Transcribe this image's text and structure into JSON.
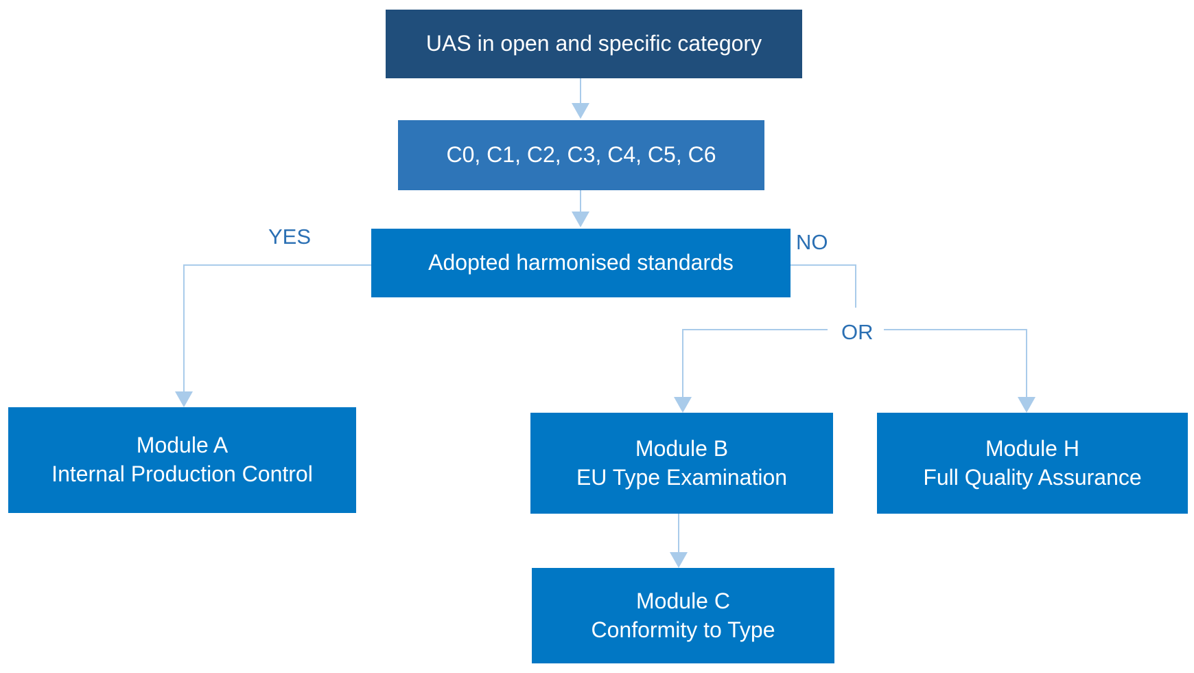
{
  "colors": {
    "dark_blue": "#204E7B",
    "medium_blue": "#2E75B8",
    "bright_blue": "#0177C4",
    "label_blue": "#2A6FB3",
    "connector": "#A9CBEA",
    "text_on_box": "#FFFFFF"
  },
  "boxes": {
    "top": {
      "text": "UAS in open and specific category"
    },
    "classes": {
      "text": "C0, C1, C2, C3, C4, C5, C6"
    },
    "decision": {
      "text": "Adopted harmonised standards"
    },
    "module_a": {
      "title": "Module A",
      "subtitle": "Internal Production Control"
    },
    "module_b": {
      "title": "Module B",
      "subtitle": "EU Type Examination"
    },
    "module_h": {
      "title": "Module H",
      "subtitle": "Full Quality Assurance"
    },
    "module_c": {
      "title": "Module C",
      "subtitle": "Conformity to Type"
    }
  },
  "labels": {
    "yes": "YES",
    "no": "NO",
    "or": "OR"
  }
}
